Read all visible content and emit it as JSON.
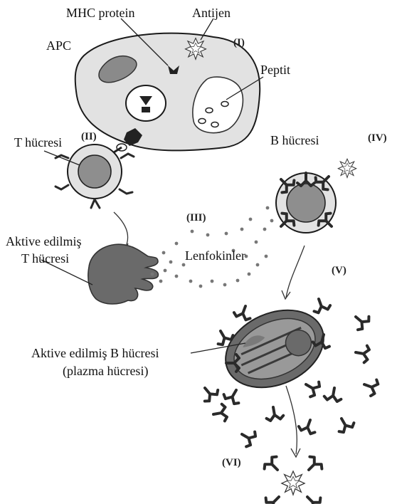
{
  "labels": {
    "mhc": "MHC protein",
    "antigen": "Antijen",
    "apc": "APC",
    "peptide": "Peptit",
    "t_cell": "T hücresi",
    "b_cell": "B hücresi",
    "activated_t_line1": "Aktive edilmiş",
    "activated_t_line2": "T hücresi",
    "lymphokines": "Lenfokinler",
    "activated_b_line1": "Aktive edilmiş B hücresi",
    "activated_b_line2": "(plazma hücresi)"
  },
  "steps": {
    "s1": "(I)",
    "s2": "(II)",
    "s3": "(III)",
    "s4": "(IV)",
    "s5": "(V)",
    "s6": "(VI)"
  },
  "colors": {
    "cell_fill": "#e2e2e2",
    "cell_gray": "#8e8e8e",
    "dark_gray": "#5a5a5a",
    "line": "#1a1a1a"
  }
}
